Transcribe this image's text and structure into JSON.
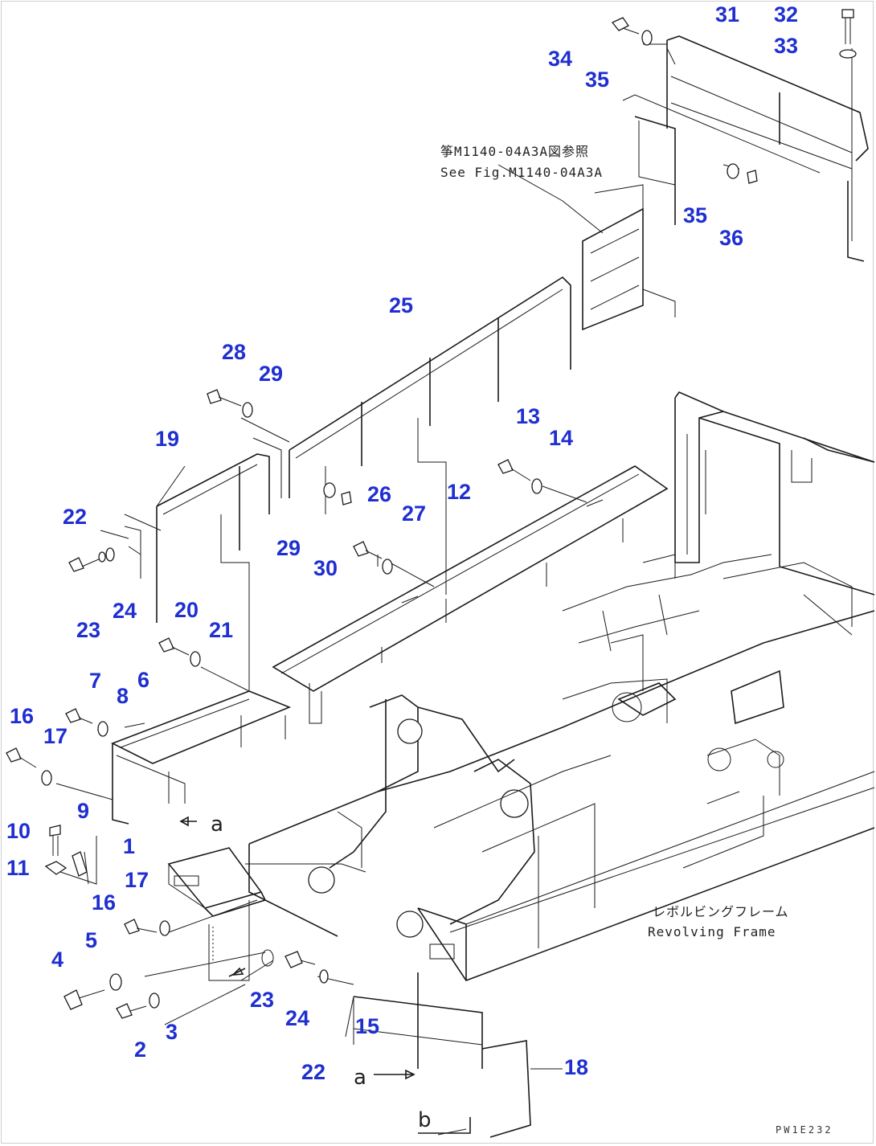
{
  "diagram": {
    "callouts": [
      {
        "id": "c1",
        "text": "1"
      },
      {
        "id": "c2",
        "text": "2"
      },
      {
        "id": "c3",
        "text": "3"
      },
      {
        "id": "c4",
        "text": "4"
      },
      {
        "id": "c5",
        "text": "5"
      },
      {
        "id": "c6",
        "text": "6"
      },
      {
        "id": "c7",
        "text": "7"
      },
      {
        "id": "c8",
        "text": "8"
      },
      {
        "id": "c9",
        "text": "9"
      },
      {
        "id": "c10",
        "text": "10"
      },
      {
        "id": "c11",
        "text": "11"
      },
      {
        "id": "c12",
        "text": "12"
      },
      {
        "id": "c13",
        "text": "13"
      },
      {
        "id": "c14",
        "text": "14"
      },
      {
        "id": "c15",
        "text": "15"
      },
      {
        "id": "c16a",
        "text": "16"
      },
      {
        "id": "c16b",
        "text": "16"
      },
      {
        "id": "c17a",
        "text": "17"
      },
      {
        "id": "c17b",
        "text": "17"
      },
      {
        "id": "c18",
        "text": "18"
      },
      {
        "id": "c19",
        "text": "19"
      },
      {
        "id": "c20",
        "text": "20"
      },
      {
        "id": "c21",
        "text": "21"
      },
      {
        "id": "c22a",
        "text": "22"
      },
      {
        "id": "c22b",
        "text": "22"
      },
      {
        "id": "c23a",
        "text": "23"
      },
      {
        "id": "c23b",
        "text": "23"
      },
      {
        "id": "c24a",
        "text": "24"
      },
      {
        "id": "c24b",
        "text": "24"
      },
      {
        "id": "c25",
        "text": "25"
      },
      {
        "id": "c26",
        "text": "26"
      },
      {
        "id": "c27",
        "text": "27"
      },
      {
        "id": "c28",
        "text": "28"
      },
      {
        "id": "c29a",
        "text": "29"
      },
      {
        "id": "c29b",
        "text": "29"
      },
      {
        "id": "c30",
        "text": "30"
      },
      {
        "id": "c31",
        "text": "31"
      },
      {
        "id": "c32",
        "text": "32"
      },
      {
        "id": "c33",
        "text": "33"
      },
      {
        "id": "c34",
        "text": "34"
      },
      {
        "id": "c35a",
        "text": "35"
      },
      {
        "id": "c35b",
        "text": "35"
      },
      {
        "id": "c36",
        "text": "36"
      }
    ],
    "reference_note_jp": "筝M1140-04A3A図参照",
    "reference_note_en": "See Fig.M1140-04A3A",
    "frame_label_jp": "レボルビングフレーム",
    "frame_label_en": "Revolving Frame",
    "view_marks": {
      "a1": "a",
      "a2": "a",
      "b": "b"
    },
    "drawing_code": "PW1E232",
    "colors": {
      "callout": "#1f2fd0",
      "line": "#1a1a1a",
      "background": "#ffffff"
    }
  }
}
